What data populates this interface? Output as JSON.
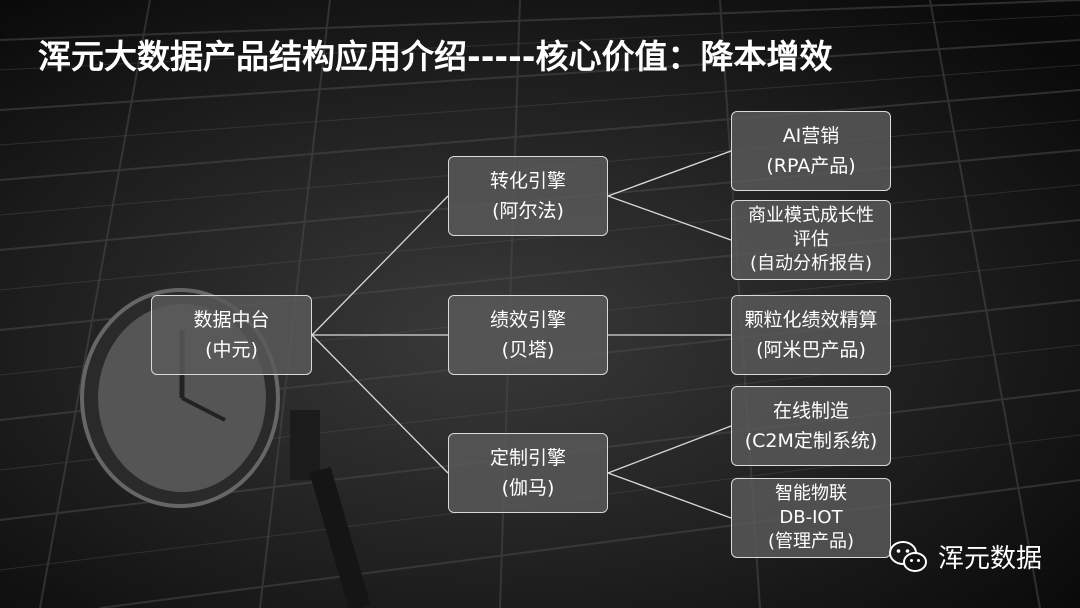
{
  "title": "浑元大数据产品结构应用介绍-----核心价值：降本增效",
  "root": {
    "line1": "数据中台",
    "line2": "(中元)"
  },
  "engines": [
    {
      "line1": "转化引擎",
      "line2": "(阿尔法)"
    },
    {
      "line1": "绩效引擎",
      "line2": "(贝塔)"
    },
    {
      "line1": "定制引擎",
      "line2": "(伽马)"
    }
  ],
  "products": [
    {
      "lines": [
        "AI营销",
        "(RPA产品)"
      ]
    },
    {
      "lines": [
        "商业模式成长性",
        "评估",
        "(自动分析报告)"
      ]
    },
    {
      "lines": [
        "颗粒化绩效精算",
        "(阿米巴产品)"
      ]
    },
    {
      "lines": [
        "在线制造",
        "(C2M定制系统)"
      ]
    },
    {
      "lines": [
        "智能物联",
        "DB-IOT",
        "(管理产品)"
      ]
    }
  ],
  "brand": {
    "name": "浑元数据",
    "icon": "wechat-icon"
  },
  "colors": {
    "box_fill": "#5a5a5a",
    "box_border": "#d9d9d9",
    "line": "#d9d9d9",
    "text": "#ffffff"
  }
}
